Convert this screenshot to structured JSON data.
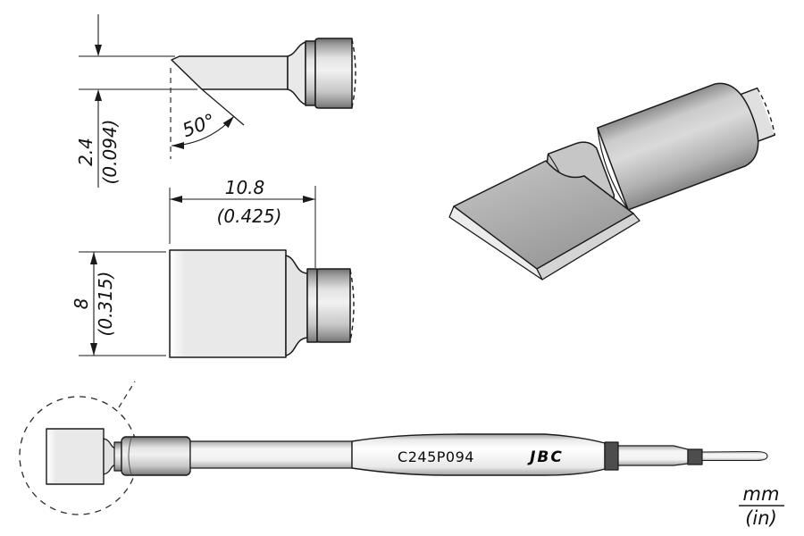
{
  "side": {
    "thickness_mm": "2.4",
    "thickness_in": "(0.094)",
    "angle": "50°"
  },
  "top": {
    "length_mm": "10.8",
    "length_in": "(0.425)",
    "width_mm": "8",
    "width_in": "(0.315)"
  },
  "cart": {
    "model": "C245P094",
    "brand": "JBC"
  },
  "units": {
    "mm": "mm",
    "in": "(in)"
  },
  "colors": {
    "line": "#1a1a1a",
    "metal_light": "#e9e9e9",
    "metal_mid": "#c9c9c9",
    "band_dark": "#4d4d4d",
    "background": "#ffffff"
  }
}
